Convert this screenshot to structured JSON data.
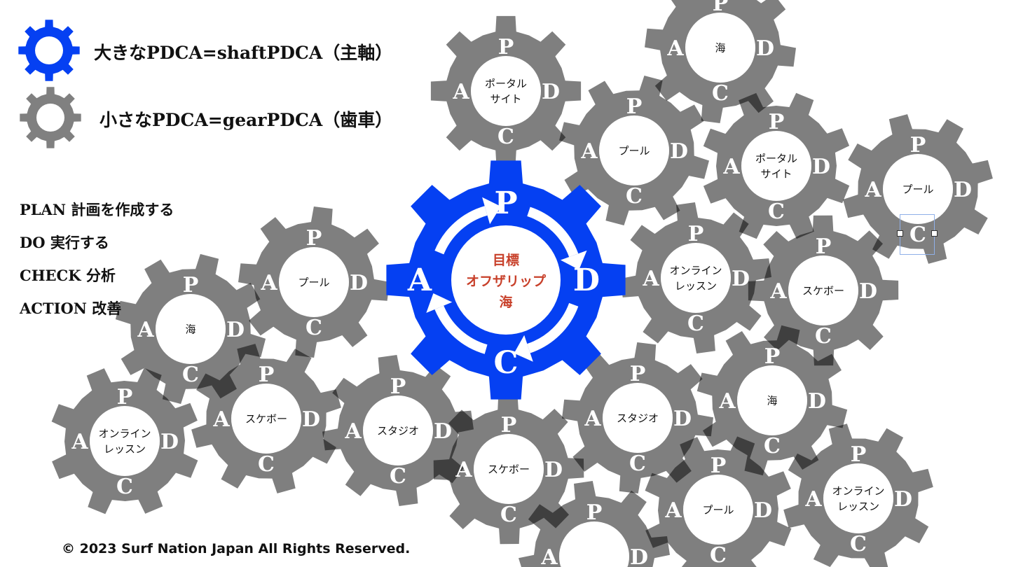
{
  "legend": {
    "shaft_label": "大きなPDCA=shaftPDCA（主軸）",
    "gear_label": "小さなPDCA=gearPDCA（歯車）"
  },
  "steps": [
    "PLAN 計画を作成する",
    "DO 実行する",
    "CHECK 分析",
    "ACTION 改善"
  ],
  "letters": {
    "p": "P",
    "d": "D",
    "c": "C",
    "a": "A"
  },
  "center_gear": {
    "lines": [
      "目標",
      "オフザリップ",
      "海"
    ]
  },
  "gears": [
    {
      "lines": [
        "ポータル",
        "サイト"
      ]
    },
    {
      "lines": [
        "海"
      ]
    },
    {
      "lines": [
        "プール"
      ]
    },
    {
      "lines": [
        "ポータル",
        "サイト"
      ]
    },
    {
      "lines": [
        "プール"
      ]
    },
    {
      "lines": [
        "オンライン",
        "レッスン"
      ]
    },
    {
      "lines": [
        "スケボー"
      ]
    },
    {
      "lines": [
        "プール"
      ]
    },
    {
      "lines": [
        "海"
      ]
    },
    {
      "lines": [
        "オンライン",
        "レッスン"
      ]
    },
    {
      "lines": [
        "スケボー"
      ]
    },
    {
      "lines": [
        "スタジオ"
      ]
    },
    {
      "lines": [
        "スケボー"
      ]
    },
    {
      "lines": [
        "スタジオ"
      ]
    },
    {
      "lines": [
        "海"
      ]
    },
    {
      "lines": [
        "プール"
      ]
    },
    {
      "lines": [
        "オンライン",
        "レッスン"
      ]
    },
    {
      "lines": []
    }
  ],
  "colors": {
    "shaft": "#0540f2",
    "gear": "#000000",
    "center_text": "#c8402a"
  },
  "copyright": "© 2023 Surf Nation Japan All Rights Reserved."
}
